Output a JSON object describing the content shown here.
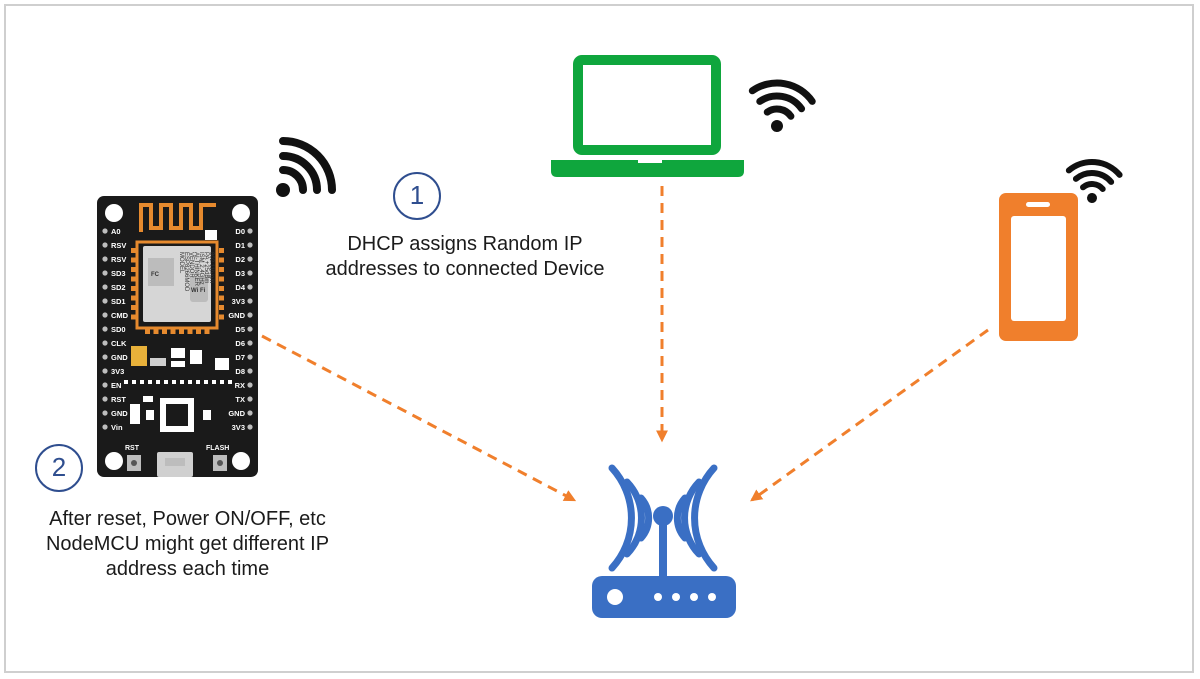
{
  "colors": {
    "border": "#cfcfcf",
    "arrow": "#f07f2c",
    "laptop": "#0fa63d",
    "phone": "#f07f2c",
    "router": "#3a6fc4",
    "circle": "#2f4e8f"
  },
  "steps": [
    {
      "number": "1",
      "lines": [
        "DHCP assigns Random IP",
        "addresses to connected Device"
      ]
    },
    {
      "number": "2",
      "lines": [
        "After reset, Power ON/OFF, etc",
        "NodeMCU might get different IP",
        "address each time"
      ]
    }
  ],
  "board": {
    "pins_left": [
      "A0",
      "RSV",
      "RSV",
      "SD3",
      "SD2",
      "SD1",
      "CMD",
      "SD0",
      "CLK",
      "GND",
      "3V3",
      "EN",
      "RST",
      "GND",
      "Vin"
    ],
    "pins_right": [
      "D0",
      "D1",
      "D2",
      "D3",
      "D4",
      "3V3",
      "GND",
      "D5",
      "D6",
      "D7",
      "D8",
      "RX",
      "TX",
      "GND",
      "3V3"
    ],
    "rst_label": "RST",
    "flash_label": "FLASH",
    "module_text": [
      "MODEL",
      "ESP8266MOD",
      "VENDOR",
      "AI-THINKER",
      "ISM 2.4GHz",
      "PA +25dBm",
      "802.11b/g/n"
    ],
    "badges": [
      "FC",
      "Wi Fi"
    ]
  },
  "icons": [
    "wifi-icon",
    "laptop-icon",
    "phone-icon",
    "router-icon",
    "nodemcu-board-icon"
  ]
}
